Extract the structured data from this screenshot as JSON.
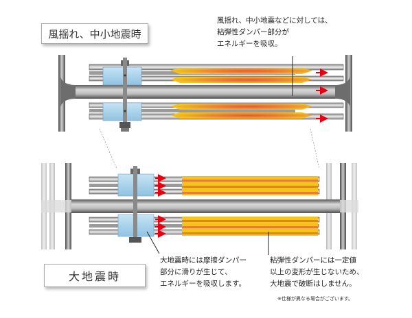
{
  "labels": {
    "small_quake": "風揺れ、中小地震時",
    "large_quake": "大地震時"
  },
  "notes": {
    "top_line1": "風揺れ、中小地震などに対しては、",
    "top_line2": "粘弾性ダンパー部分が",
    "top_line3": "エネルギーを吸収。",
    "friction_line1": "大地震時には摩擦ダンパー",
    "friction_line2": "部分に滑りが生じて、",
    "friction_line3": "エネルギーを吸収します。",
    "visco_line1": "粘弾性ダンパーには一定値",
    "visco_line2": "以上の変形が生じないため、",
    "visco_line3": "大地震で破断はしません。",
    "footnote": "※仕様が異なる場合がございます。"
  },
  "colors": {
    "steel_dark": "#4a4a4a",
    "steel_light": "#d0d0d0",
    "friction_pad": "#a9d2ea",
    "viscoelastic_yellow": "#f3c41a",
    "viscoelastic_core": "#e8703a",
    "arrow_red": "#e60012"
  }
}
